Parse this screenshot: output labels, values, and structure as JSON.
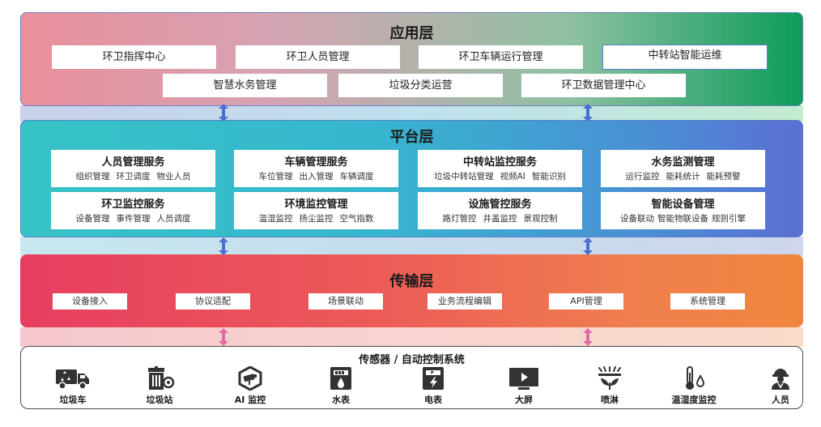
{
  "application_layer": {
    "title": "应用层",
    "modules": [
      "环卫指挥中心",
      "环卫人员管理",
      "环卫车辆运行管理",
      "中转站智能运维",
      "智慧水务管理",
      "垃圾分类运营",
      "环卫数据管理中心"
    ]
  },
  "platform_layer": {
    "title": "平台层",
    "services": [
      {
        "title": "人员管理服务",
        "items": [
          "组织管理",
          "环卫调度",
          "物业人员"
        ]
      },
      {
        "title": "车辆管理服务",
        "items": [
          "车位管理",
          "出入管理",
          "车辆调度"
        ]
      },
      {
        "title": "中转站监控服务",
        "items": [
          "垃圾中转站管理",
          "视频AI",
          "智能识别"
        ]
      },
      {
        "title": "水务监测管理",
        "items": [
          "运行监控",
          "能耗统计",
          "能耗预警"
        ]
      },
      {
        "title": "环卫监控服务",
        "items": [
          "设备管理",
          "事件管理",
          "人员调度"
        ]
      },
      {
        "title": "环境监控管理",
        "items": [
          "温湿监控",
          "扬尘监控",
          "空气指数"
        ]
      },
      {
        "title": "设施管控服务",
        "items": [
          "路灯管控",
          "井盖监控",
          "景观控制"
        ]
      },
      {
        "title": "智能设备管理",
        "items": [
          "设备联动",
          "智能物联设备",
          "规则引擎"
        ]
      }
    ]
  },
  "transport_layer": {
    "title": "传输层",
    "items": [
      "设备接入",
      "协议适配",
      "场景联动",
      "业务流程编辑",
      "API管理",
      "系统管理"
    ]
  },
  "sensor_layer": {
    "title": "传感器 / 自动控制系统",
    "devices": [
      {
        "label": "垃圾车",
        "icon": "garbage-truck-icon"
      },
      {
        "label": "垃圾站",
        "icon": "garbage-station-icon"
      },
      {
        "label": "AI 监控",
        "icon": "ai-camera-icon"
      },
      {
        "label": "水表",
        "icon": "water-meter-icon"
      },
      {
        "label": "电表",
        "icon": "electric-meter-icon"
      },
      {
        "label": "大屏",
        "icon": "big-screen-icon"
      },
      {
        "label": "喷淋",
        "icon": "sprinkler-icon"
      },
      {
        "label": "温湿度监控",
        "icon": "thermometer-icon"
      },
      {
        "label": "人员",
        "icon": "worker-icon"
      }
    ]
  },
  "colors": {
    "layer_arrow": "#4a6fd0",
    "bottom_arrow": "#e06aa8"
  }
}
